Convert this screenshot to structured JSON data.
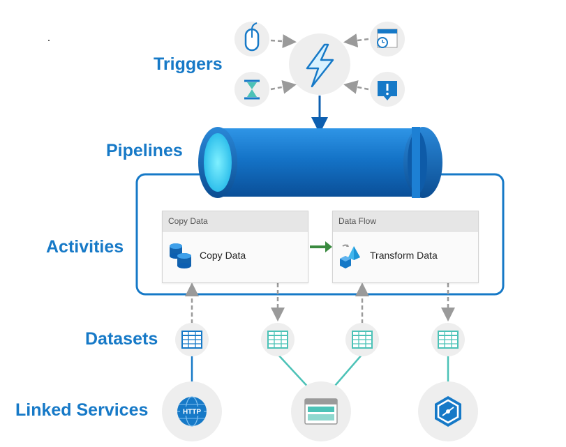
{
  "labels": {
    "triggers": "Triggers",
    "pipelines": "Pipelines",
    "activities": "Activities",
    "datasets": "Datasets",
    "linked_services": "Linked Services"
  },
  "activities": [
    {
      "header": "Copy Data",
      "body": "Copy Data",
      "icon": "copy-data-icon"
    },
    {
      "header": "Data Flow",
      "body": "Transform Data",
      "icon": "data-flow-icon"
    }
  ],
  "linked_services": {
    "http_badge": "HTTP"
  },
  "colors": {
    "brand_blue": "#1679c7",
    "pipe_dark": "#0d5fb0",
    "pipe_light": "#2f95e6",
    "teal": "#4cc2b7",
    "arrow_green": "#3a8a3f",
    "dashed_gray": "#9a9a9a",
    "circle_bg": "#eeeeee"
  },
  "icons": [
    "mouse-icon",
    "calendar-clock-icon",
    "lightning-icon",
    "hourglass-icon",
    "alert-icon",
    "table-icon",
    "http-globe-icon",
    "storage-icon",
    "synapse-icon"
  ]
}
